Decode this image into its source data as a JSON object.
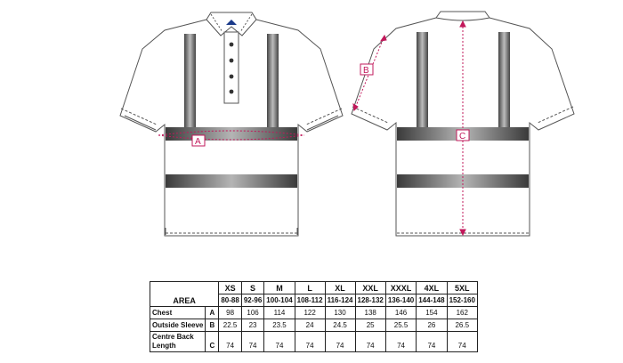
{
  "measure_labels": {
    "a": "A",
    "b": "B",
    "c": "C"
  },
  "table": {
    "area_label": "AREA",
    "sizes": [
      "XS",
      "S",
      "M",
      "L",
      "XL",
      "XXL",
      "XXXL",
      "4XL",
      "5XL"
    ],
    "ranges": [
      "80-88",
      "92-96",
      "100-104",
      "108-112",
      "116-124",
      "128-132",
      "136-140",
      "144-148",
      "152-160"
    ],
    "rows": [
      {
        "label": "Chest",
        "code": "A",
        "values": [
          "98",
          "106",
          "114",
          "122",
          "130",
          "138",
          "146",
          "154",
          "162"
        ]
      },
      {
        "label": "Outside Sleeve",
        "code": "B",
        "values": [
          "22.5",
          "23",
          "23.5",
          "24",
          "24.5",
          "25",
          "25.5",
          "26",
          "26.5"
        ]
      },
      {
        "label": "Centre Back\nLength",
        "code": "C",
        "values": [
          "74",
          "74",
          "74",
          "74",
          "74",
          "74",
          "74",
          "74",
          "74"
        ]
      }
    ]
  },
  "colors": {
    "outline": "#555555",
    "tape": "#7a7a7a",
    "measure": "#c2185b"
  }
}
